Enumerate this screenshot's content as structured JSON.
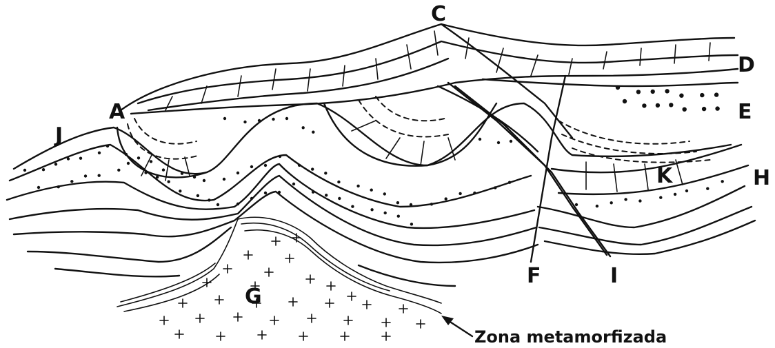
{
  "labels": {
    "a": "A",
    "c": "C",
    "d": "D",
    "e": "E",
    "f": "F",
    "g": "G",
    "h": "H",
    "i": "I",
    "j": "J",
    "k": "K"
  },
  "caption": "Zona metamorfizada"
}
